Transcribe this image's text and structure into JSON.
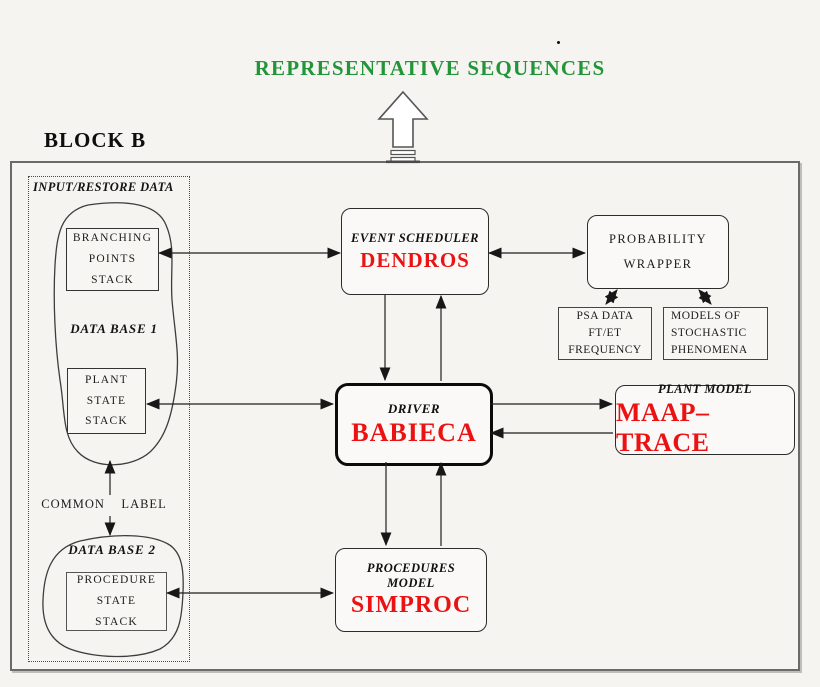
{
  "header": {
    "title": "REPRESENTATIVE SEQUENCES",
    "block_label": "BLOCK B"
  },
  "diagram": {
    "input_restore_label": "INPUT/RESTORE DATA",
    "database1_label": "DATA BASE 1",
    "database2_label": "DATA BASE 2",
    "common_label": "COMMON    LABEL",
    "branching_stack": [
      "BRANCHING",
      "POINTS",
      "STACK"
    ],
    "plant_stack": [
      "PLANT",
      "STATE",
      "STACK"
    ],
    "procedure_stack": [
      "PROCEDURE",
      "STATE",
      "STACK"
    ],
    "event_scheduler": {
      "role": "EVENT SCHEDULER",
      "name": "DENDROS"
    },
    "probability_wrapper": {
      "line1": "PROBABILITY",
      "line2": "WRAPPER"
    },
    "psa_data": [
      "PSA DATA",
      "FT/ET",
      "FREQUENCY"
    ],
    "stochastic_models": [
      "MODELS OF",
      "STOCHASTIC",
      "PHENOMENA"
    ],
    "driver": {
      "role": "DRIVER",
      "name": "BABIECA"
    },
    "plant_model": {
      "role": "PLANT MODEL",
      "name": "MAAP–TRACE"
    },
    "procedures_model": {
      "role1": "PROCEDURES",
      "role2": "MODEL",
      "name": "SIMPROC"
    }
  },
  "colors": {
    "title_green": "#229539",
    "program_red": "#ea1212",
    "line_black": "#1f1f1f"
  }
}
